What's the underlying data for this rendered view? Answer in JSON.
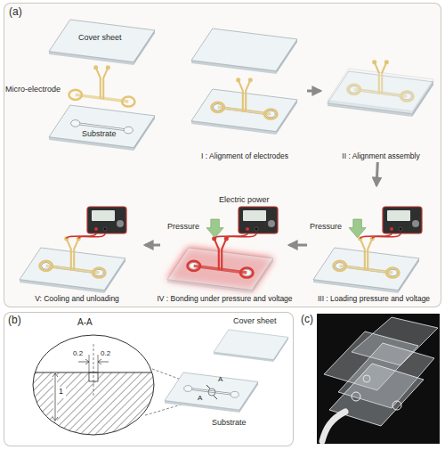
{
  "diagram": {
    "nodes": [
      {
        "text": [
          "(a)"
        ]
      },
      {
        "text": [
          "I : Alignment of electrodes"
        ],
        "in": 0
      },
      {
        "text": [
          "II : Alignment assembly"
        ],
        "in": 0
      },
      {
        "text": [
          "III : Loading pressure and voltage"
        ],
        "in": 0
      },
      {
        "text": [
          "IV : Bonding under pressure and voltage"
        ],
        "in": 0
      },
      {
        "text": [
          "V: Cooling and unloading"
        ],
        "in": 0
      },
      {
        "text": [
          "(b)"
        ]
      },
      {
        "text": [
          "A-A"
        ],
        "in": 6
      }
    ],
    "edges": [
      {
        "from": 1,
        "to": 2,
        "arrow": "to"
      },
      {
        "from": 2,
        "to": 3,
        "arrow": "to"
      },
      {
        "from": 3,
        "to": 4,
        "arrow": "to"
      },
      {
        "from": 4,
        "to": 5,
        "arrow": "to"
      }
    ],
    "labels": [
      "Cover sheet",
      "Micro-electrode",
      "Substrate",
      "Pressure",
      "Electric power",
      "Pressure",
      "0.2",
      "0.2",
      "1",
      "Cover sheet",
      "A",
      "A",
      "Substrate",
      "(c)"
    ]
  }
}
